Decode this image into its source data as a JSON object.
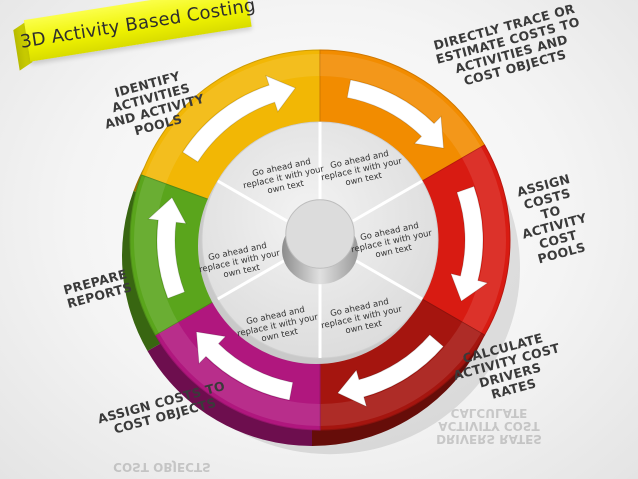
{
  "title": "3D Activity Based Costing",
  "steps": [
    {
      "line1": "IDENTIFY ACTIVITIES",
      "line2": "AND ACTIVITY",
      "line3": "POOLS",
      "color": "#f2b705"
    },
    {
      "line1": "DIRECTLY TRACE OR",
      "line2": "ESTIMATE COSTS TO",
      "line3": "ACTIVITIES AND",
      "line4": "COST OBJECTS",
      "color": "#f28c00"
    },
    {
      "line1": "ASSIGN",
      "line2": "COSTS TO",
      "line3": "ACTIVITY",
      "line4": "COST",
      "line5": "POOLS",
      "color": "#d81b12"
    },
    {
      "line1": "CALCULATE",
      "line2": "ACTIVITY COST",
      "line3": "DRIVERS RATES",
      "color": "#a5150f"
    },
    {
      "line1": "ASSIGN COSTS TO",
      "line2": "COST OBJECTS",
      "color": "#b0177e"
    },
    {
      "line1": "PREPARE",
      "line2": "REPORTS",
      "color": "#5aa51c"
    }
  ],
  "center_texts": [
    "Go ahead and",
    "replace it with your",
    "own text"
  ]
}
